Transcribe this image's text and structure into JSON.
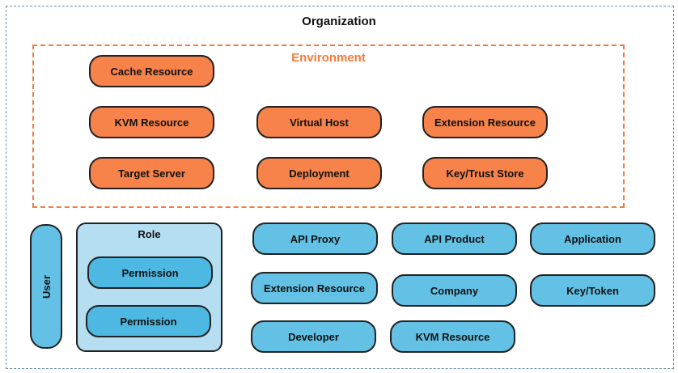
{
  "organization": {
    "title": "Organization"
  },
  "environment": {
    "title": "Environment",
    "items": [
      "Cache Resource",
      "KVM Resource",
      "Virtual Host",
      "Extension Resource",
      "Target Server",
      "Deployment",
      "Key/Trust Store"
    ]
  },
  "user": {
    "label": "User"
  },
  "role": {
    "title": "Role",
    "permissions": [
      "Permission",
      "Permission"
    ]
  },
  "org_items": [
    "API Proxy",
    "API Product",
    "Application",
    "Extension Resource",
    "Company",
    "Key/Token",
    "Developer",
    "KVM Resource"
  ],
  "colors": {
    "env_border": "#f47b3c",
    "env_fill": "#f7824a",
    "org_border": "#6f8fa6",
    "org_fill": "#62c1e4",
    "role_fill": "#b5def0"
  }
}
